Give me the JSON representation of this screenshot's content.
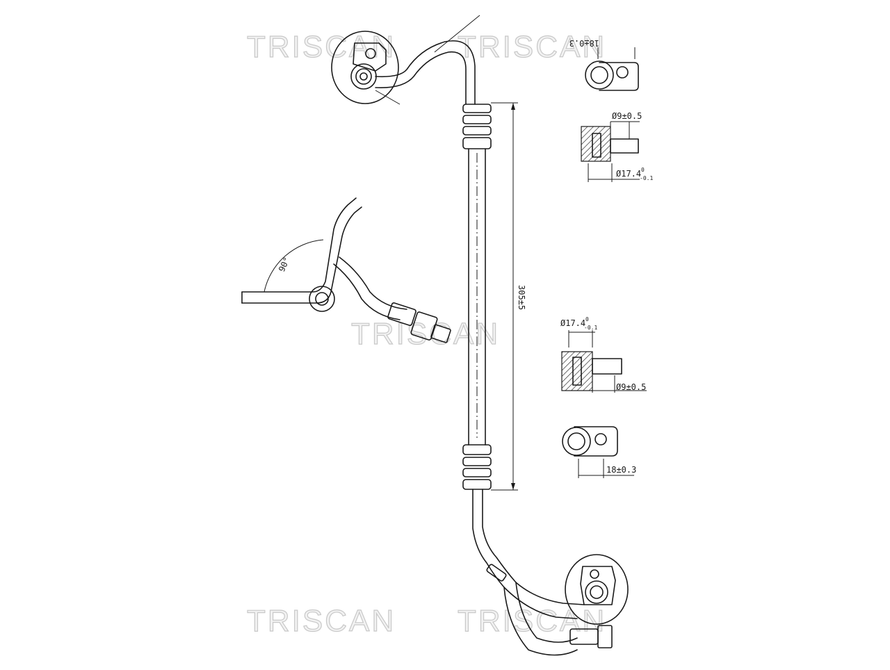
{
  "watermark": "TRISCAN",
  "labels": {
    "top_fitting_width": "18±0.3",
    "top_bore": "Ø9±0.5",
    "top_outer": "Ø17.4",
    "top_outer_tol_upper": "0",
    "top_outer_tol_lower": "-0.1",
    "length": "305±5",
    "angle": "90°",
    "bottom_outer": "Ø17.4",
    "bottom_outer_tol_upper": "0",
    "bottom_outer_tol_lower": "-0.1",
    "bottom_bore": "Ø9±0.5",
    "bottom_fitting_width": "18±0.3"
  }
}
